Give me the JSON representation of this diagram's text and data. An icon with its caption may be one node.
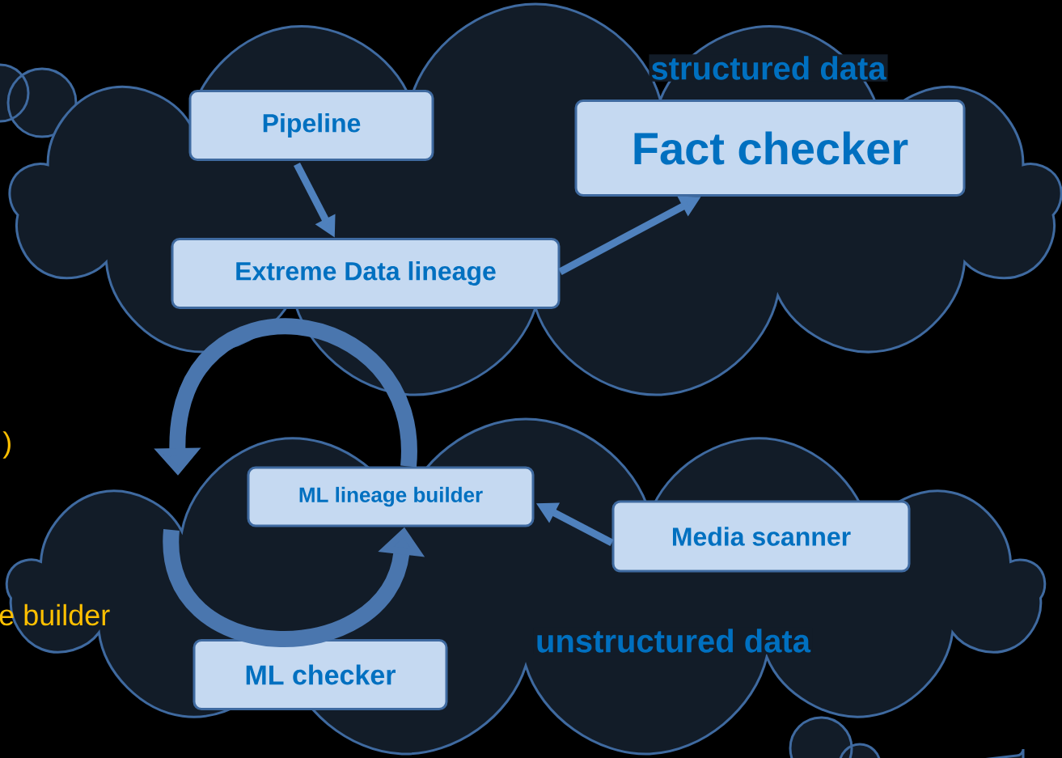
{
  "diagram": {
    "nodes": [
      {
        "text": [
          "structured data"
        ]
      },
      {
        "text": [
          "Pipeline"
        ],
        "in": 0
      },
      {
        "text": [
          "Fact checker"
        ],
        "in": 0
      },
      {
        "text": [
          "Extreme Data lineage"
        ],
        "in": 0
      },
      {
        "text": [
          "unstructured data"
        ]
      },
      {
        "text": [
          "ML lineage builder"
        ],
        "in": 4
      },
      {
        "text": [
          "Media scanner"
        ],
        "in": 4
      },
      {
        "text": [
          "ML checker"
        ],
        "in": 4
      }
    ],
    "edges": [
      {
        "from": 1,
        "to": 3,
        "arrow": "to"
      },
      {
        "from": 3,
        "to": 2,
        "arrow": "to"
      },
      {
        "from": 6,
        "to": 5,
        "arrow": "to"
      },
      {
        "from": 5,
        "to": null,
        "arrow": "to",
        "style": "thick"
      },
      {
        "from": null,
        "to": 5,
        "arrow": "to",
        "style": "thick"
      }
    ],
    "labels": [
      ")",
      "e builder"
    ]
  }
}
